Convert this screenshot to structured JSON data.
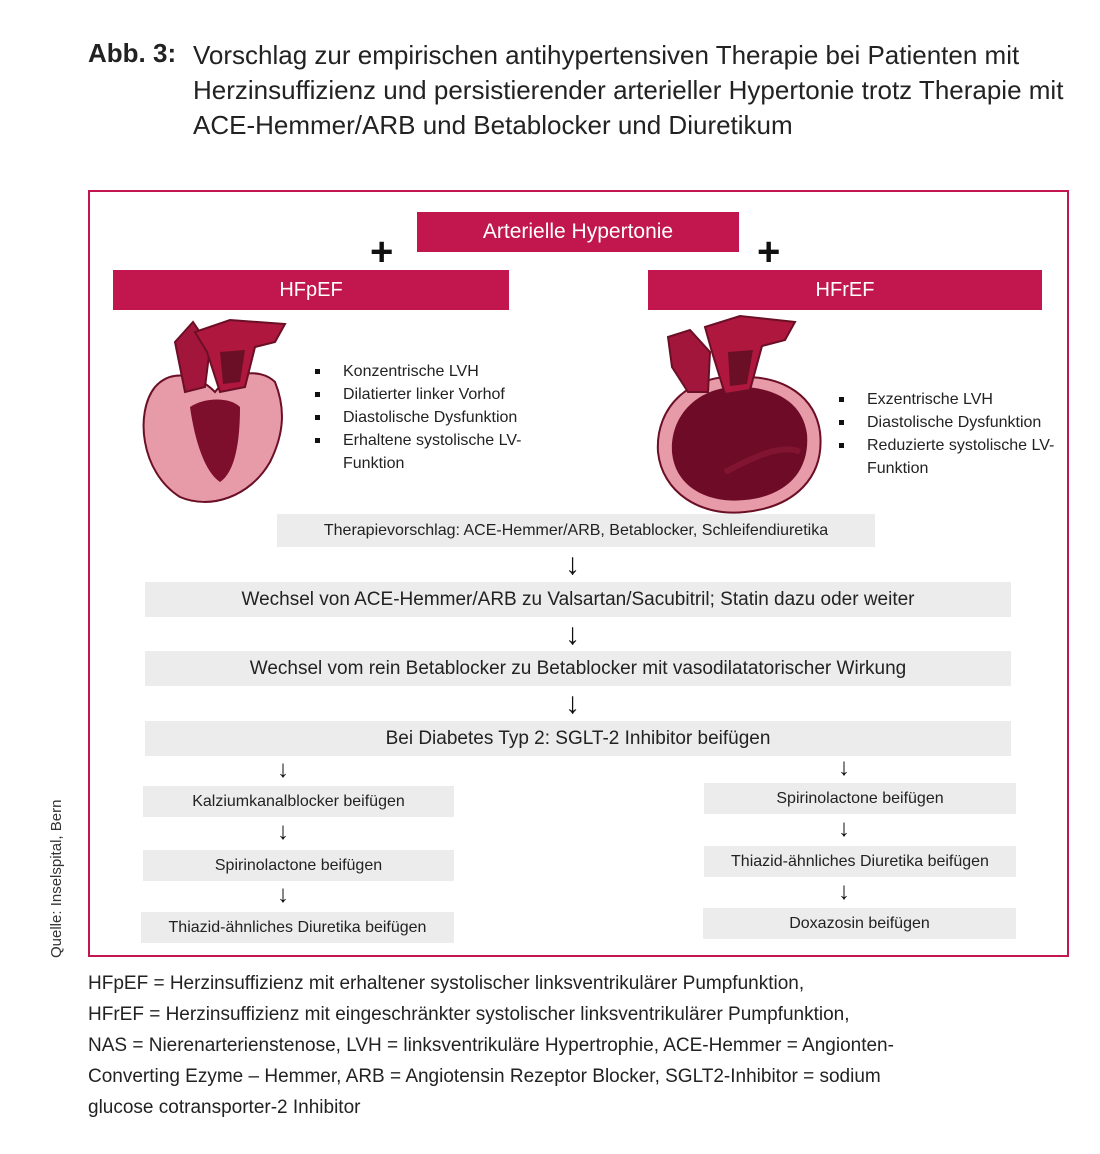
{
  "caption": {
    "label": "Abb. 3:",
    "text": "Vorschlag zur empirischen antihypertensiven Therapie bei Patienten mit Herzinsuffizienz und persistierender arterieller Hypertonie trotz Therapie mit ACE-Hemmer/ARB und Betablocker und Diuretikum"
  },
  "colors": {
    "accent": "#c1174e",
    "box_grey": "#ececec",
    "heart_dark": "#8b1431",
    "heart_pink": "#e79aa8"
  },
  "top": {
    "title": "Arterielle Hypertonie",
    "plus": "+"
  },
  "hfpef": {
    "title": "HFpEF",
    "bullets": [
      "Konzentrische LVH",
      "Dilatierter linker Vorhof",
      "Diastolische Dysfunktion",
      "Erhaltene systolische LV-Funktion"
    ]
  },
  "hfref": {
    "title": "HFrEF",
    "bullets": [
      "Exzentrische LVH",
      "Diastolische Dysfunktion",
      "Reduzierte systolische LV-Funktion"
    ]
  },
  "steps": [
    "Therapievorschlag: ACE-Hemmer/ARB, Betablocker, Schleifendiuretika",
    "Wechsel von ACE-Hemmer/ARB zu Valsartan/Sacubitril; Statin dazu oder weiter",
    "Wechsel vom rein Betablocker zu  Betablocker mit vasodilatatorischer Wirkung",
    "Bei Diabetes Typ 2: SGLT-2 Inhibitor beifügen"
  ],
  "left_branch": [
    "Kalziumkanalblocker beifügen",
    "Spirinolactone beifügen",
    "Thiazid-ähnliches Diuretika beifügen"
  ],
  "right_branch": [
    "Spirinolactone beifügen",
    "Thiazid-ähnliches Diuretika beifügen",
    "Doxazosin beifügen"
  ],
  "arrow_glyph": "↓",
  "source": "Quelle: Inselspital, Bern",
  "footnote": [
    "HFpEF = Herzinsuffizienz mit erhaltener systolischer linksventrikulärer Pumpfunktion,",
    "HFrEF = Herzinsuffizienz mit eingeschränkter systolischer linksventrikulärer Pumpfunktion,",
    "NAS = Nierenarterienstenose, LVH = linksventrikuläre Hypertrophie, ACE-Hemmer = Angionten-",
    "Converting Ezyme – Hemmer, ARB = Angiotensin Rezeptor Blocker, SGLT2-Inhibitor = sodium",
    "glucose cotransporter-2 Inhibitor"
  ]
}
